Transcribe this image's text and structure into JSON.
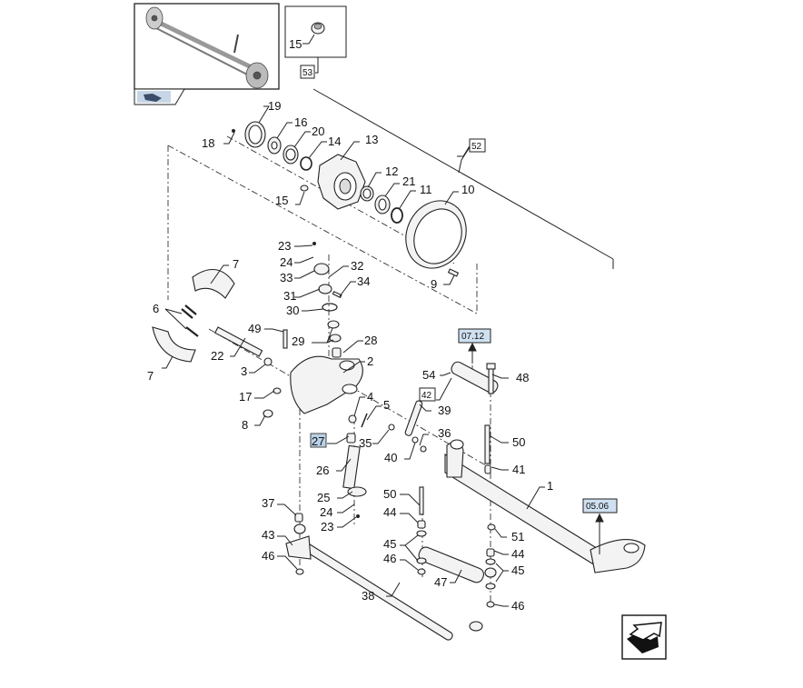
{
  "diagram": {
    "type": "exploded-parts-view",
    "subject": "front axle assembly",
    "overview_thumbnail": {
      "label": "axle overview",
      "nav_button": "previous-view"
    },
    "inset_box": {
      "part": "15",
      "ref": "53"
    },
    "group_refs": [
      "52",
      "53",
      "42"
    ],
    "cross_refs": [
      {
        "label": "07.12",
        "color": "#cfe0f0"
      },
      {
        "label": "05.06",
        "color": "#cfe0f0"
      }
    ],
    "highlighted_part": {
      "label": "27",
      "color": "#b9d1e6"
    },
    "part_labels": {
      "p1": "1",
      "p2": "2",
      "p3": "3",
      "p4": "4",
      "p5": "5",
      "p6": "6",
      "p7a": "7",
      "p7b": "7",
      "p8": "8",
      "p9": "9",
      "p10": "10",
      "p11": "11",
      "p12": "12",
      "p13": "13",
      "p14": "14",
      "p15": "15",
      "p16": "16",
      "p17": "17",
      "p18": "18",
      "p19": "19",
      "p20": "20",
      "p21": "21",
      "p22": "22",
      "p23a": "23",
      "p23b": "23",
      "p24a": "24",
      "p24b": "24",
      "p25": "25",
      "p26": "26",
      "p27": "27",
      "p28": "28",
      "p29": "29",
      "p30": "30",
      "p31": "31",
      "p32": "32",
      "p33": "33",
      "p34": "34",
      "p35": "35",
      "p36": "36",
      "p37": "37",
      "p38": "38",
      "p39": "39",
      "p40": "40",
      "p41": "41",
      "p43": "43",
      "p44a": "44",
      "p44b": "44",
      "p45a": "45",
      "p45b": "45",
      "p46a": "46",
      "p46b": "46",
      "p46c": "46",
      "p47": "47",
      "p48": "48",
      "p49": "49",
      "p50a": "50",
      "p50b": "50",
      "p51": "51",
      "p54": "54"
    },
    "inset_label": "15",
    "ref52": "52",
    "ref53": "53",
    "ref42": "42",
    "xref1": "07.12",
    "xref2": "05.06",
    "next_button": "next-view"
  }
}
